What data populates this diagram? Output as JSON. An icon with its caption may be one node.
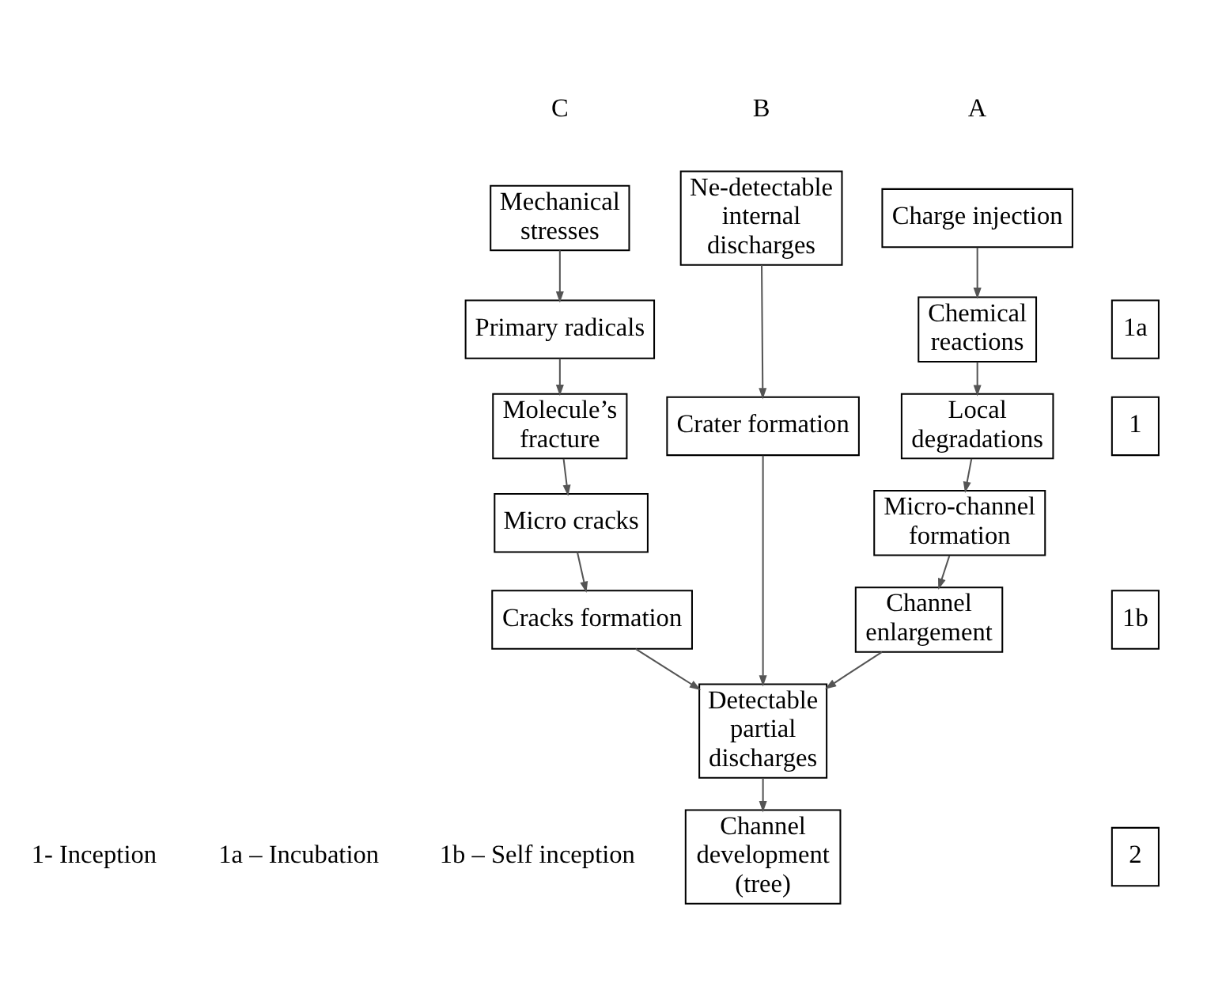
{
  "diagram": {
    "nodes": [
      {
        "text": [
          "Charge injection"
        ]
      },
      {
        "text": [
          "Chemical reactions"
        ]
      },
      {
        "text": [
          "Local degradations"
        ]
      },
      {
        "text": [
          "Micro-channel formation"
        ]
      },
      {
        "text": [
          "Channel enlargement"
        ]
      },
      {
        "text": [
          "Ne-detectable internal discharges"
        ]
      },
      {
        "text": [
          "Crater formation"
        ]
      },
      {
        "text": [
          "Mechanical stresses"
        ]
      },
      {
        "text": [
          "Primary radicals"
        ]
      },
      {
        "text": [
          "Molecule’s fracture"
        ]
      },
      {
        "text": [
          "Micro cracks"
        ]
      },
      {
        "text": [
          "Cracks formation"
        ]
      },
      {
        "text": [
          "Detectable partial discharges"
        ]
      },
      {
        "text": [
          "Channel development (tree)"
        ]
      },
      {
        "text": [
          "1"
        ]
      },
      {
        "text": [
          "1a"
        ]
      },
      {
        "text": [
          "1b"
        ]
      },
      {
        "text": [
          "2"
        ]
      }
    ],
    "edges": [
      {
        "from": 0,
        "to": 1,
        "arrow": "to"
      },
      {
        "from": 1,
        "to": 2,
        "arrow": "to"
      },
      {
        "from": 2,
        "to": 3,
        "arrow": "to"
      },
      {
        "from": 3,
        "to": 4,
        "arrow": "to"
      },
      {
        "from": 4,
        "to": 12,
        "arrow": "to"
      },
      {
        "from": 5,
        "to": 6,
        "arrow": "to"
      },
      {
        "from": 6,
        "to": 12,
        "arrow": "to"
      },
      {
        "from": 7,
        "to": 8,
        "arrow": "to"
      },
      {
        "from": 8,
        "to": 9,
        "arrow": "to"
      },
      {
        "from": 9,
        "to": 10,
        "arrow": "to"
      },
      {
        "from": 10,
        "to": 11,
        "arrow": "to"
      },
      {
        "from": 11,
        "to": 12,
        "arrow": "to"
      },
      {
        "from": 12,
        "to": 13,
        "arrow": "to"
      }
    ],
    "labels": [
      "A",
      "B",
      "C",
      "1- Inception",
      "1a – Incubation",
      "1b – Self inception"
    ]
  }
}
